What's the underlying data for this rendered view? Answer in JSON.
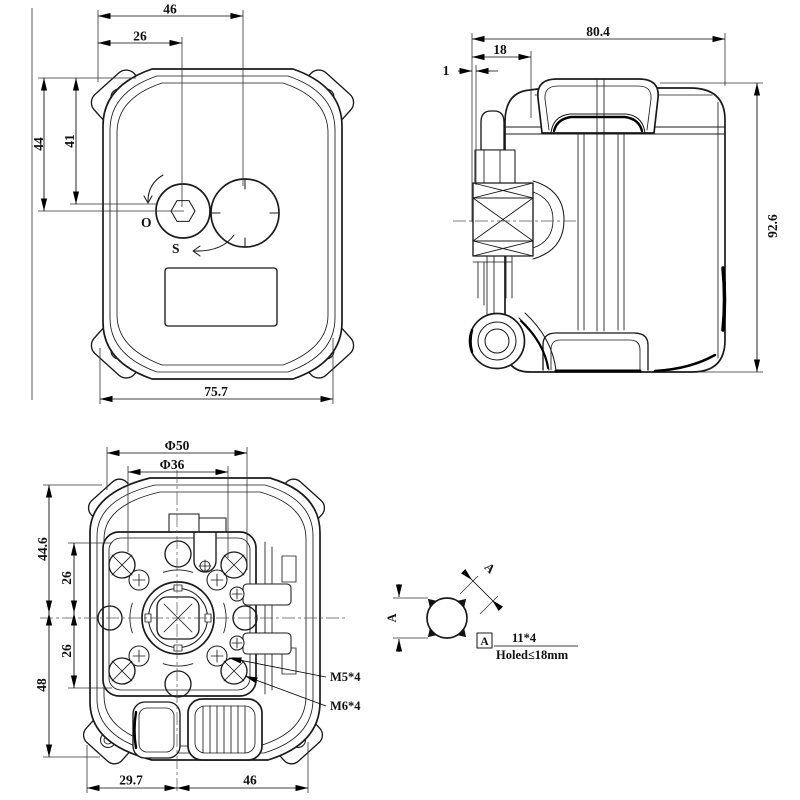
{
  "colors": {
    "line": "#1b1b1b",
    "background": "#ffffff",
    "dimension": "#000000"
  },
  "drawing": {
    "top_view": {
      "dim_46": "46",
      "dim_26": "26",
      "dim_44": "44",
      "dim_41": "41",
      "dim_75_7": "75.7",
      "open_mark": "O",
      "shut_mark": "S"
    },
    "side_view": {
      "dim_80_4": "80.4",
      "dim_18": "18",
      "dim_1": "1",
      "dim_92_6": "92.6"
    },
    "bottom_view": {
      "dim_phi50": "Φ50",
      "dim_phi36": "Φ36",
      "dim_44_6": "44.6",
      "dim_26_upper": "26",
      "dim_26_lower": "26",
      "dim_48": "48",
      "dim_29_7": "29.7",
      "dim_46": "46",
      "thread_m5": "M5*4",
      "thread_m6": "M6*4"
    },
    "detail_view": {
      "dim_a_vertical": "A",
      "dim_a_diagonal": "A",
      "ref_box": "A",
      "note_top": "11*4",
      "note_bottom": "Holed≤18mm"
    }
  }
}
